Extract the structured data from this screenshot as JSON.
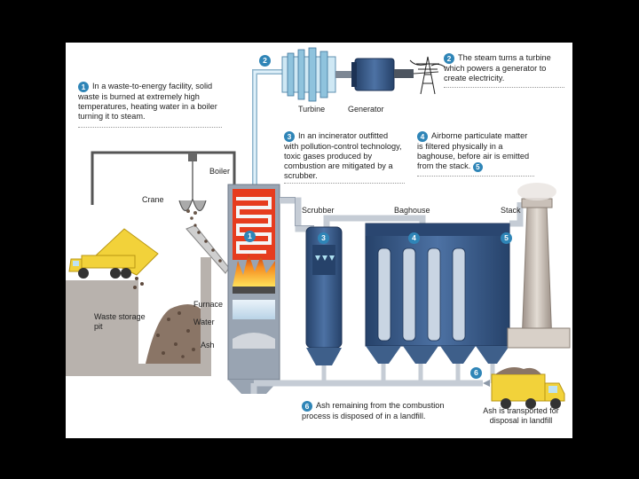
{
  "captions": {
    "c1": {
      "num": "1",
      "text": "In a waste-to-energy facility, solid waste is burned at extremely high temperatures, heating water in a boiler turning it to steam."
    },
    "c2": {
      "num": "2",
      "text": "The steam turns a turbine which powers a generator to create electricity."
    },
    "c3": {
      "num": "3",
      "text": "In an incinerator outfitted with pollution-control technology, toxic gases produced by combustion are mitigated by a scrubber."
    },
    "c4": {
      "num": "4",
      "num_end": "5",
      "text": "Airborne particulate matter is filtered physically in a baghouse, before air is emitted from the stack."
    },
    "c6": {
      "num": "6",
      "text": "Ash remaining from the combustion process is disposed of in a landfill."
    }
  },
  "labels": {
    "turbine": "Turbine",
    "generator": "Generator",
    "boiler": "Boiler",
    "crane": "Crane",
    "scrubber": "Scrubber",
    "baghouse": "Baghouse",
    "stack": "Stack",
    "furnace": "Furnace",
    "water": "Water",
    "ash": "Ash",
    "waste_pit": "Waste storage pit",
    "ash_truck": "Ash is transported for disposal in landfill"
  },
  "badges": {
    "b1": "1",
    "b2": "2",
    "b3": "3",
    "b4": "4",
    "b5": "5",
    "b6": "6"
  },
  "colors": {
    "accent": "#2f85b7",
    "steel": "#3e5f8a",
    "pipe": "#c5ccd5",
    "steam": "#aee0f0",
    "fire": "#f58a1f",
    "truck": "#f2d23a"
  }
}
